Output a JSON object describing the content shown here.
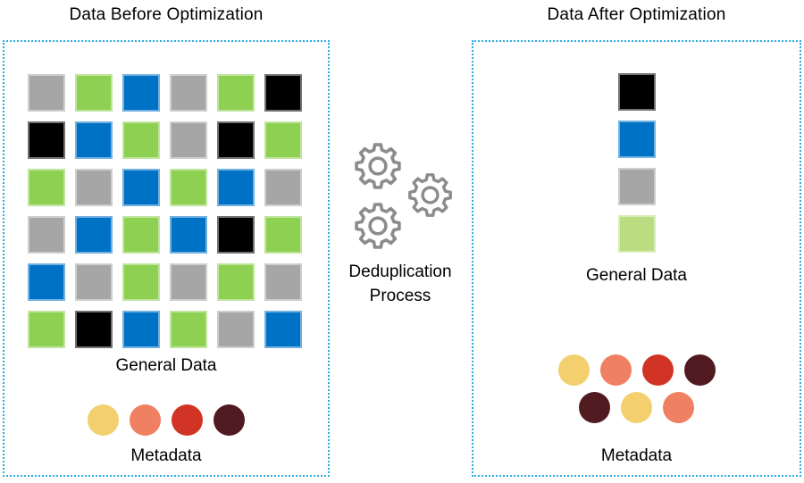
{
  "left_panel": {
    "title": "Data Before Optimization",
    "grid": {
      "label": "General Data",
      "rows": [
        [
          "gray",
          "green",
          "blue",
          "gray",
          "green",
          "black"
        ],
        [
          "black",
          "blue",
          "green",
          "gray",
          "black",
          "green"
        ],
        [
          "green",
          "gray",
          "blue",
          "green",
          "blue",
          "gray"
        ],
        [
          "gray",
          "blue",
          "green",
          "blue",
          "black",
          "green"
        ],
        [
          "blue",
          "gray",
          "green",
          "gray",
          "green",
          "gray"
        ],
        [
          "green",
          "black",
          "blue",
          "green",
          "gray",
          "blue"
        ]
      ]
    },
    "metadata": {
      "label": "Metadata",
      "circles": [
        "yellow",
        "salmon",
        "red",
        "maroon"
      ]
    }
  },
  "process": {
    "line1": "Deduplication",
    "line2": "Process",
    "icon": "gears-icon",
    "gear_count": 3
  },
  "right_panel": {
    "title": "Data After Optimization",
    "stack": {
      "label": "General Data",
      "squares": [
        "black",
        "blue",
        "gray",
        "lightgreen"
      ]
    },
    "metadata": {
      "label": "Metadata",
      "rows": [
        [
          "yellow",
          "salmon",
          "red",
          "maroon"
        ],
        [
          "maroon",
          "yellow",
          "salmon"
        ]
      ]
    }
  },
  "colors": {
    "border_blue": "#29abe2",
    "gray": "#a6a6a6",
    "green": "#8ed052",
    "blue": "#0072c6",
    "black": "#000000",
    "lightgreen": "#bcdc82",
    "yellow": "#f3cf6d",
    "salmon": "#ef8061",
    "red": "#d13425",
    "maroon": "#511a21",
    "gear_gray": "#8c8c8c"
  }
}
